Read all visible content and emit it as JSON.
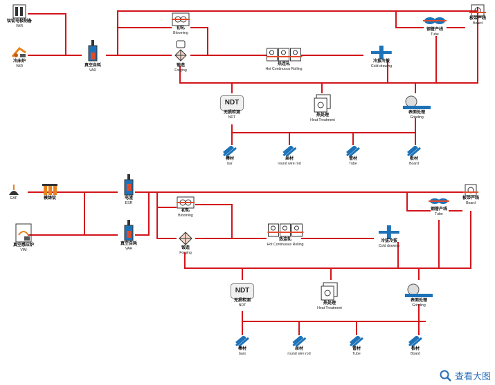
{
  "colors": {
    "line": "#d2141a",
    "steel": "#1e73b8",
    "dark": "#333333"
  },
  "top": {
    "ingot_prep": {
      "zh": "钛锭电极制备",
      "en": "VAR"
    },
    "cold_furnace": {
      "zh": "冷床炉",
      "en": "VAR"
    },
    "vac_remelt": {
      "zh": "真空自耗",
      "en": "VAR"
    },
    "blooming": {
      "zh": "初轧",
      "en": "Blooming"
    },
    "forging": {
      "zh": "锻造",
      "en": "Forging"
    },
    "hot_rolling": {
      "zh": "热连轧",
      "en": "Hot Continuous Rolling"
    },
    "cold_drawing": {
      "zh": "冷拔冷拔",
      "en": "Cold drawing"
    },
    "tube_line": {
      "zh": "钢管产线",
      "en": "Tube"
    },
    "board_line": {
      "zh": "板带产线",
      "en": "Board"
    },
    "ndt": {
      "badge": "NDT",
      "zh": "无损检测",
      "en": "NDT"
    },
    "heat_treatment": {
      "zh": "热处理",
      "en": "Heat Treatment"
    },
    "grinding": {
      "zh": "表面处理",
      "en": "Grinding"
    },
    "bar": {
      "zh": "棒材",
      "en": "bar"
    },
    "wire": {
      "zh": "丝材",
      "en": "round wire rod"
    },
    "tube": {
      "zh": "管材",
      "en": "Tube"
    },
    "board": {
      "zh": "板材",
      "en": "Board"
    }
  },
  "bottom": {
    "eaf": {
      "en": "EAF"
    },
    "ingot": {
      "zh": "模铸锭"
    },
    "vim": {
      "zh": "真空感应炉",
      "en": "VIM"
    },
    "esr": {
      "zh": "电渣",
      "en": "ESR"
    },
    "vac_remelt": {
      "zh": "真空自耗",
      "en": "VAR"
    },
    "blooming": {
      "zh": "初轧",
      "en": "Blooming"
    },
    "forging": {
      "zh": "锻造",
      "en": "Forging"
    },
    "hot_rolling": {
      "zh": "热连轧",
      "en": "Hot Continuous Rolling"
    },
    "cold_drawing": {
      "zh": "冷拔冷拔",
      "en": "Cold drawing"
    },
    "tube_line": {
      "zh": "钢管产线",
      "en": "Tube"
    },
    "board_line": {
      "zh": "板带产线",
      "en": "Board"
    },
    "ndt": {
      "badge": "NDT",
      "zh": "无损检测",
      "en": "NDT"
    },
    "heat_treatment": {
      "zh": "热处理",
      "en": "Heat Treatment"
    },
    "grinding": {
      "zh": "表面处理",
      "en": "Grinding"
    },
    "bar": {
      "zh": "棒材",
      "en": "bars"
    },
    "wire": {
      "zh": "丝材",
      "en": "round wire rod"
    },
    "tube": {
      "zh": "管材",
      "en": "Tube"
    },
    "board": {
      "zh": "板材",
      "en": "Board"
    }
  },
  "zoom": {
    "label": "查看大图",
    "icon": "magnifier-icon"
  }
}
